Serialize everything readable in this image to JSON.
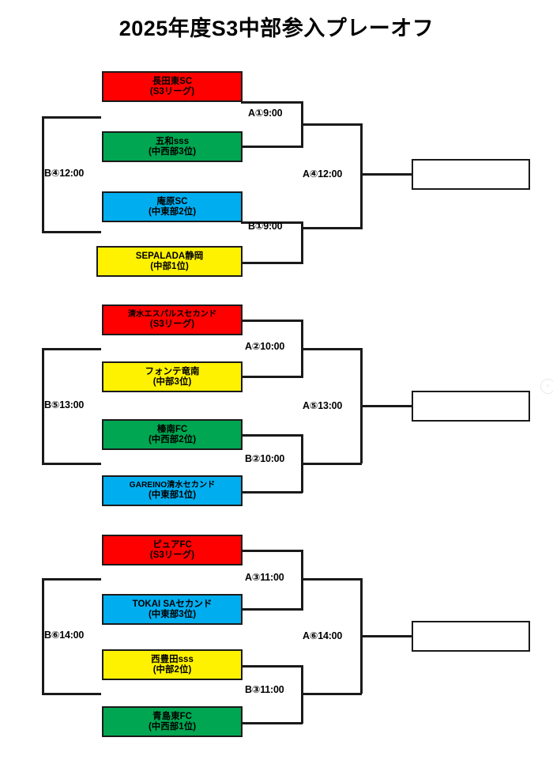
{
  "page": {
    "title": "2025年度S3中部参入プレーオフ"
  },
  "colors": {
    "red": "#FF0000",
    "green": "#00A651",
    "blue": "#00AEEF",
    "yellow": "#FFF200",
    "line": "#1a1a1a",
    "background": "#FFFFFF"
  },
  "watermark": {
    "glyph": "⌕"
  },
  "blocks": [
    {
      "id": "block-1",
      "teams": [
        {
          "name": "長田東SC",
          "rank": "(S3リーグ)",
          "color": "red"
        },
        {
          "name": "五和sss",
          "rank": "(中西部3位)",
          "color": "green"
        },
        {
          "name": "庵原SC",
          "rank": "(中東部2位)",
          "color": "blue"
        },
        {
          "name": "SEPALADA静岡",
          "rank": "(中部1位)",
          "color": "yellow"
        }
      ],
      "matches": {
        "upper": "A①9:00",
        "lower": "B①9:00",
        "final": "A④12:00",
        "consolation": "B④12:00"
      },
      "winner": ""
    },
    {
      "id": "block-2",
      "teams": [
        {
          "name": "清水エスパルスセカンド",
          "rank": "(S3リーグ)",
          "color": "red"
        },
        {
          "name": "フォンテ竜南",
          "rank": "(中部3位)",
          "color": "yellow"
        },
        {
          "name": "榛南FC",
          "rank": "(中西部2位)",
          "color": "green"
        },
        {
          "name": "GAREINO清水セカンド",
          "rank": "(中東部1位)",
          "color": "blue"
        }
      ],
      "matches": {
        "upper": "A②10:00",
        "lower": "B②10:00",
        "final": "A⑤13:00",
        "consolation": "B⑤13:00"
      },
      "winner": ""
    },
    {
      "id": "block-3",
      "teams": [
        {
          "name": "ピュアFC",
          "rank": "(S3リーグ)",
          "color": "red"
        },
        {
          "name": "TOKAI SAセカンド",
          "rank": "(中東部3位)",
          "color": "blue"
        },
        {
          "name": "西豊田sss",
          "rank": "(中部2位)",
          "color": "yellow"
        },
        {
          "name": "青島東FC",
          "rank": "(中西部1位)",
          "color": "green"
        }
      ],
      "matches": {
        "upper": "A③11:00",
        "lower": "B③11:00",
        "final": "A⑥14:00",
        "consolation": "B⑥14:00"
      },
      "winner": ""
    }
  ]
}
